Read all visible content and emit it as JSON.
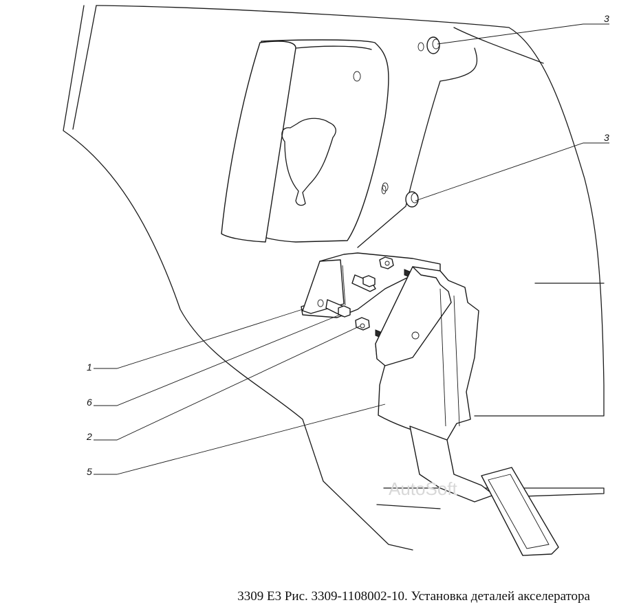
{
  "callouts": [
    {
      "id": "c3a",
      "label": "3"
    },
    {
      "id": "c3b",
      "label": "3"
    },
    {
      "id": "c1",
      "label": "1"
    },
    {
      "id": "c6",
      "label": "6"
    },
    {
      "id": "c2",
      "label": "2"
    },
    {
      "id": "c5",
      "label": "5"
    }
  ],
  "watermark": "AutoSoft",
  "caption": "3309 Е3 Рис. 3309-1108002-10. Установка деталей акселератора"
}
